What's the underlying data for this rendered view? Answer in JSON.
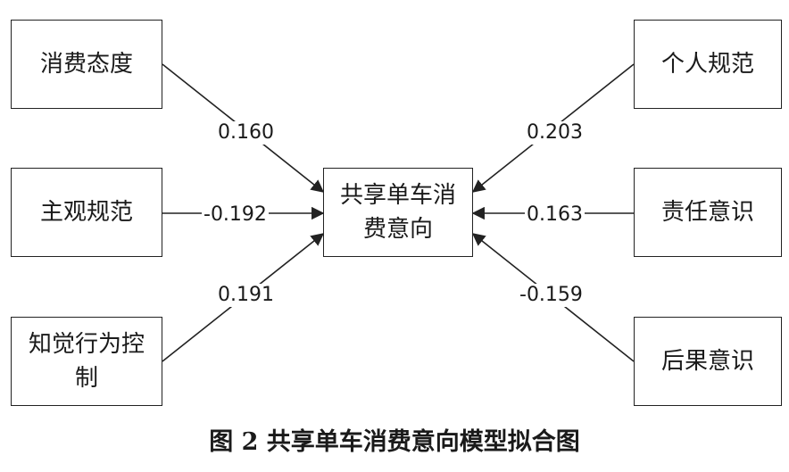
{
  "nodes": {
    "attitude": "消费态度",
    "subjective_norm": "主观规范",
    "perceived_control_line1": "知觉行为控",
    "perceived_control_line2": "制",
    "personal_norm": "个人规范",
    "responsibility": "责任意识",
    "consequence": "后果意识",
    "center_line1": "共享单车消",
    "center_line2": "费意向"
  },
  "coefficients": {
    "attitude": "0.160",
    "subjective_norm": "-0.192",
    "perceived_control": "0.191",
    "personal_norm": "0.203",
    "responsibility": "0.163",
    "consequence": "-0.159"
  },
  "caption": "图 2   共享单车消费意向模型拟合图"
}
